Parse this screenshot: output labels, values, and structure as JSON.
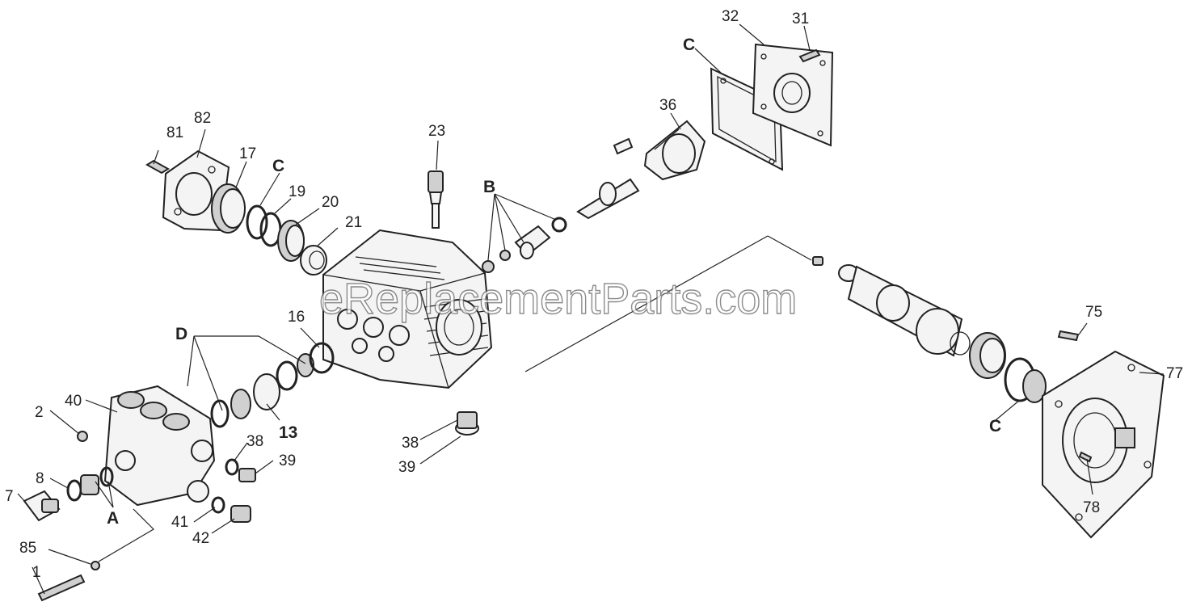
{
  "watermark": "eReplacementParts.com",
  "callouts": {
    "n1": "1",
    "n2": "2",
    "n7": "7",
    "n8": "8",
    "n13": "13",
    "n16": "16",
    "n17": "17",
    "n19": "19",
    "n20": "20",
    "n21": "21",
    "n23": "23",
    "n31": "31",
    "n32": "32",
    "n36": "36",
    "n38a": "38",
    "n39a": "39",
    "n38b": "38",
    "n39b": "39",
    "n40": "40",
    "n41": "41",
    "n42": "42",
    "n75": "75",
    "n77": "77",
    "n78": "78",
    "n81": "81",
    "n82": "82",
    "n85": "85"
  },
  "group_letters": {
    "a": "A",
    "b": "B",
    "c_top": "C",
    "c_left": "C",
    "c_right": "C",
    "d": "D"
  }
}
